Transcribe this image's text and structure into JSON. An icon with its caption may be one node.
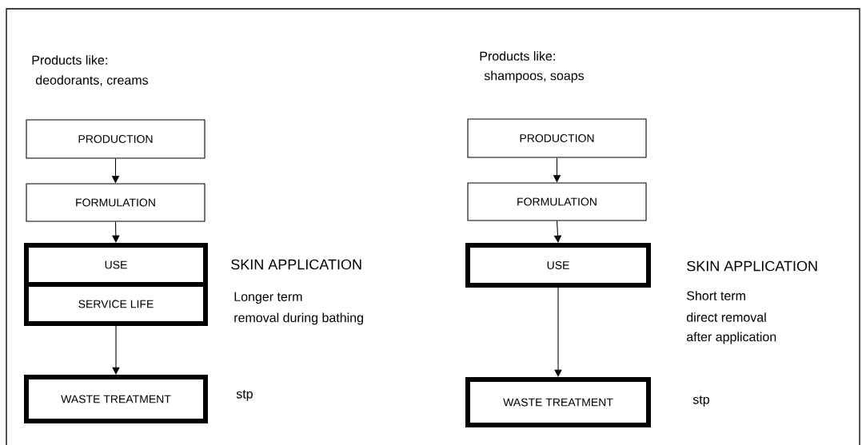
{
  "diagram": {
    "nodes": [
      {
        "text": [
          "PRODUCTION"
        ]
      },
      {
        "text": [
          "FORMULATION"
        ]
      },
      {
        "text": [
          "USE"
        ],
        "beside": [
          "SKIN APPLICATION"
        ]
      },
      {
        "text": [
          "SERVICE LIFE"
        ],
        "beside": [
          "Longer term",
          "removal during bathing"
        ]
      },
      {
        "text": [
          "WASTE TREATMENT"
        ],
        "beside": [
          "stp"
        ]
      },
      {
        "text": [
          "PRODUCTION"
        ]
      },
      {
        "text": [
          "FORMULATION"
        ]
      },
      {
        "text": [
          "USE"
        ],
        "beside": [
          "SKIN APPLICATION",
          "Short term",
          "direct removal",
          "after application"
        ]
      },
      {
        "text": [
          "WASTE TREATMENT"
        ],
        "beside": [
          "stp"
        ]
      }
    ],
    "edges": [
      {
        "from": 0,
        "to": 1,
        "arrow": "to"
      },
      {
        "from": 1,
        "to": 2,
        "arrow": "to"
      },
      {
        "from": 3,
        "to": 4,
        "arrow": "to"
      },
      {
        "from": 5,
        "to": 6,
        "arrow": "to"
      },
      {
        "from": 6,
        "to": 7,
        "arrow": "to"
      },
      {
        "from": 7,
        "to": 8,
        "arrow": "to"
      }
    ],
    "labels": [
      "Products like:",
      "deodorants, creams",
      "Products like:",
      "shampoos, soaps"
    ]
  }
}
